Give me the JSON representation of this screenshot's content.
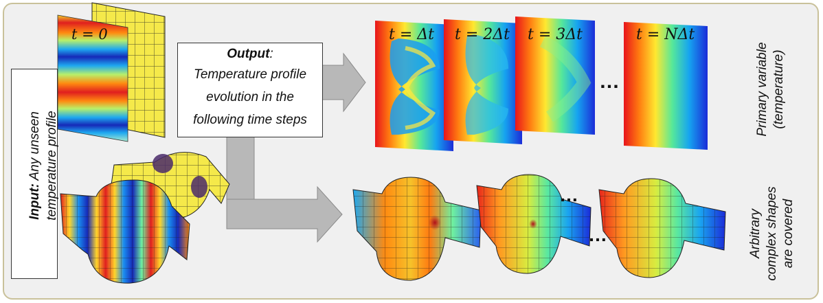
{
  "colors": {
    "panel_bg": "#f0f0f0",
    "panel_border": "#c9c19a",
    "arrow_fill": "#b8b8b8",
    "mesh_yellow": "#f5e94a"
  },
  "input_box": {
    "bold": "Input:",
    "line1_rest": " Any unseen",
    "line2": "temperature profile"
  },
  "output_box": {
    "bold": "Output",
    "colon": ":",
    "line1": "Temperature profile",
    "line2": "evolution in the",
    "line3": "following time steps"
  },
  "frames": {
    "initial": "t = 0",
    "step1": "t = Δt",
    "step2": "t = 2Δt",
    "step3": "t = 3Δt",
    "stepN": "t = NΔt"
  },
  "ellipsis_top": "…",
  "ellipsis_bottom_1": "…",
  "ellipsis_bottom_2": "…",
  "right_labels": {
    "primary_line1": "Primary variable",
    "primary_line2": "(temperature)",
    "shapes_line1": "Arbitrary",
    "shapes_line2": "complex shapes",
    "shapes_line3": "are covered"
  }
}
